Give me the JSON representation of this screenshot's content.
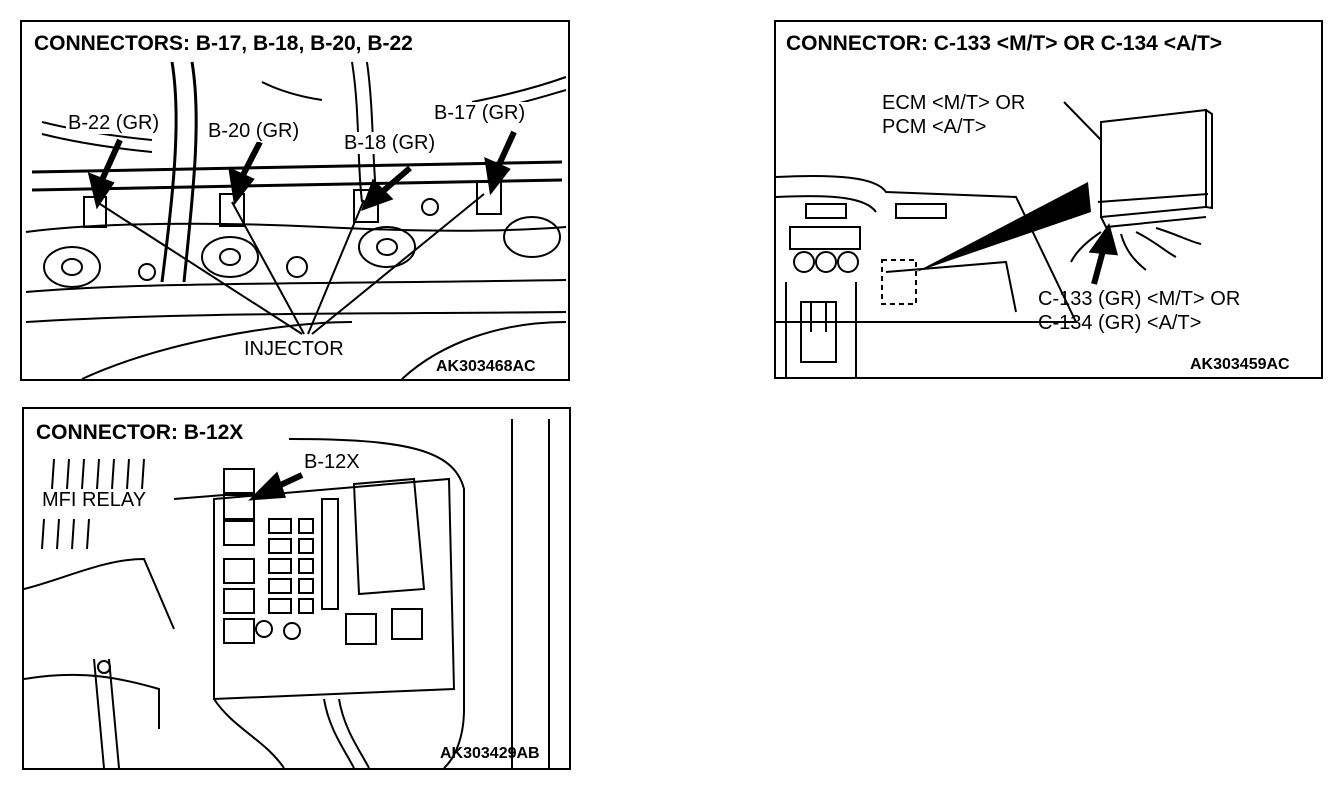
{
  "panel1": {
    "title": "CONNECTORS: B-17, B-18, B-20, B-22",
    "labels": {
      "b22": "B-22 (GR)",
      "b20": "B-20 (GR)",
      "b18": "B-18 (GR)",
      "b17": "B-17 (GR)",
      "injector": "INJECTOR"
    },
    "figure_id": "AK303468AC"
  },
  "panel2": {
    "title": "CONNECTOR: C-133 <M/T> OR C-134 <A/T>",
    "labels": {
      "ecm_line1": "ECM <M/T> OR",
      "ecm_line2": "PCM <A/T>",
      "c133": "C-133 (GR) <M/T> OR",
      "c134": "C-134 (GR) <A/T>"
    },
    "figure_id": "AK303459AC"
  },
  "panel3": {
    "title": "CONNECTOR: B-12X",
    "labels": {
      "b12x": "B-12X",
      "mfi_relay": "MFI RELAY"
    },
    "figure_id": "AK303429AB"
  }
}
